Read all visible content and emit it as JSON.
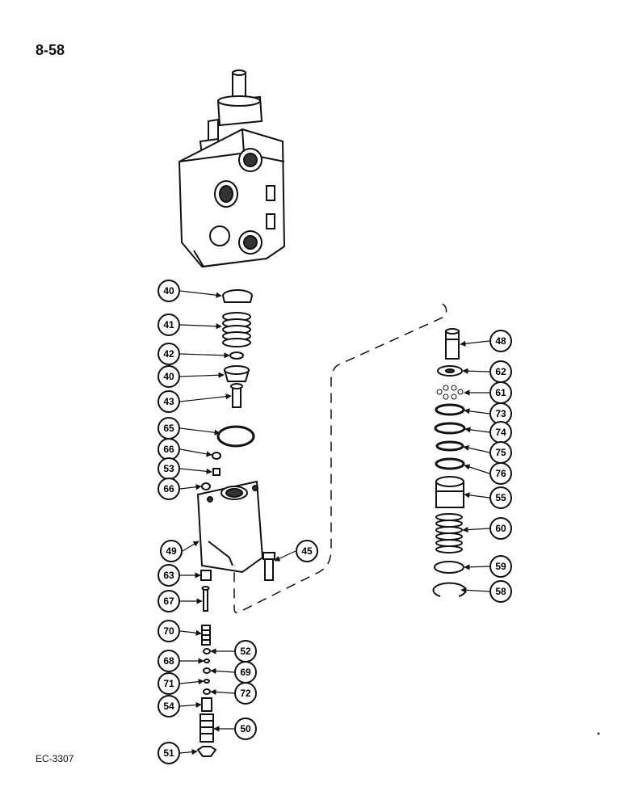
{
  "header": {
    "page_number": "8-58"
  },
  "footer": {
    "figure_code": "EC-3307"
  },
  "callouts": [
    {
      "label": "40"
    },
    {
      "label": "41"
    },
    {
      "label": "42"
    },
    {
      "label": "40"
    },
    {
      "label": "43"
    },
    {
      "label": "65"
    },
    {
      "label": "66"
    },
    {
      "label": "53"
    },
    {
      "label": "66"
    },
    {
      "label": "49"
    },
    {
      "label": "45"
    },
    {
      "label": "63"
    },
    {
      "label": "67"
    },
    {
      "label": "70"
    },
    {
      "label": "52"
    },
    {
      "label": "68"
    },
    {
      "label": "69"
    },
    {
      "label": "71"
    },
    {
      "label": "72"
    },
    {
      "label": "54"
    },
    {
      "label": "50"
    },
    {
      "label": "51"
    },
    {
      "label": "48"
    },
    {
      "label": "62"
    },
    {
      "label": "61"
    },
    {
      "label": "73"
    },
    {
      "label": "74"
    },
    {
      "label": "75"
    },
    {
      "label": "76"
    },
    {
      "label": "55"
    },
    {
      "label": "60"
    },
    {
      "label": "59"
    },
    {
      "label": "58"
    }
  ]
}
